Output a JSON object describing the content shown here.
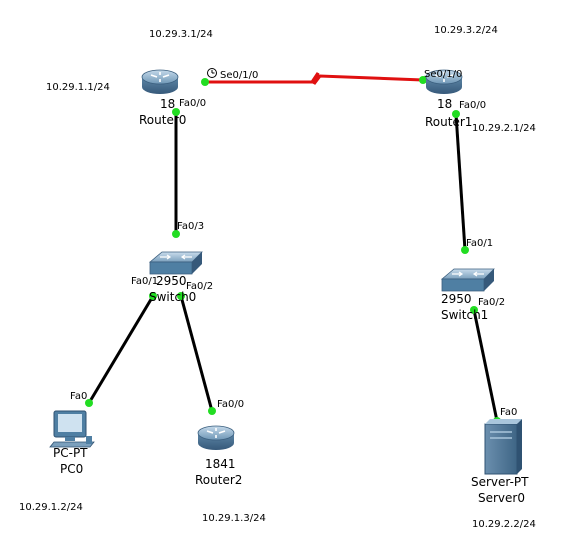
{
  "colors": {
    "ethernet_link": "#000000",
    "serial_link": "#e01010",
    "link_light": "#22dd22",
    "device_blue": "#4f7fa3",
    "device_light": "#a9c6dc"
  },
  "devices": {
    "router0": {
      "icon": "router-icon",
      "model": "18",
      "name": "Router0"
    },
    "router1": {
      "icon": "router-icon",
      "model": "18",
      "name": "Router1"
    },
    "router2": {
      "icon": "router-icon",
      "model": "1841",
      "name": "Router2"
    },
    "switch0": {
      "icon": "switch-icon",
      "model": "2950",
      "name": "Switch0"
    },
    "switch1": {
      "icon": "switch-icon",
      "model": "2950",
      "name": "Switch1"
    },
    "pc0": {
      "icon": "pc-icon",
      "model": "PC-PT",
      "name": "PC0"
    },
    "server0": {
      "icon": "server-icon",
      "model": "Server-PT",
      "name": "Server0"
    }
  },
  "ports": {
    "r0_fa00": "Fa0/0",
    "r0_se010": "Se0/1/0",
    "r1_se010": "Se0/1/0",
    "r1_fa00": "Fa0/0",
    "sw0_fa03": "Fa0/3",
    "sw0_fa01": "Fa0/1",
    "sw0_fa02": "Fa0/2",
    "sw1_fa01": "Fa0/1",
    "sw1_fa02": "Fa0/2",
    "pc0_fa0": "Fa0",
    "r2_fa00": "Fa0/0",
    "srv0_fa0": "Fa0"
  },
  "ips": {
    "serial_r0": "10.29.3.1/24",
    "serial_r1": "10.29.3.2/24",
    "lan1_r0": "10.29.1.1/24",
    "lan2_r1": "10.29.2.1/24",
    "pc0": "10.29.1.2/24",
    "router2": "10.29.1.3/24",
    "server0": "10.29.2.2/24"
  }
}
